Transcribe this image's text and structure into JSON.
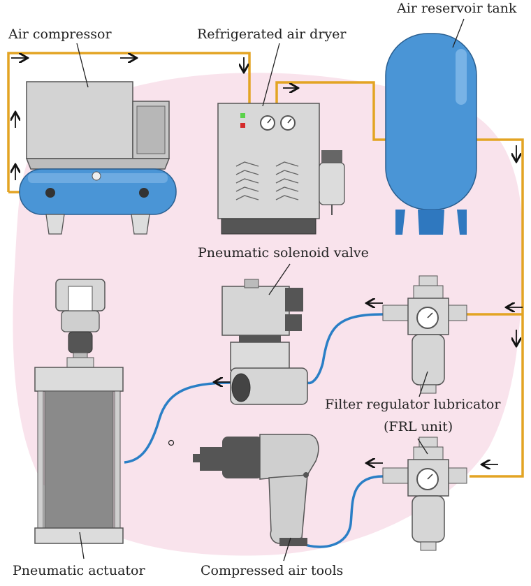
{
  "labels": {
    "compressor": "Air compressor",
    "dryer": "Refrigerated air dryer",
    "tank": "Air reservoir tank",
    "solenoid": "Pneumatic solenoid valve",
    "frl_line1": "Filter regulator lubricator",
    "frl_line2": "(FRL unit)",
    "actuator": "Pneumatic actuator",
    "tools": "Compressed air tools"
  },
  "colors": {
    "background_blob": "#f9e3ec",
    "air_line": "#e3a423",
    "hose": "#2a7fc6",
    "tank_blue": "#4a95d6",
    "equipment_gray": "#cfcfcf",
    "dark_gray": "#555555"
  },
  "flow_arrows": [
    "right",
    "right",
    "down",
    "right",
    "down",
    "up",
    "up",
    "left",
    "left",
    "down",
    "left",
    "left",
    "left"
  ]
}
